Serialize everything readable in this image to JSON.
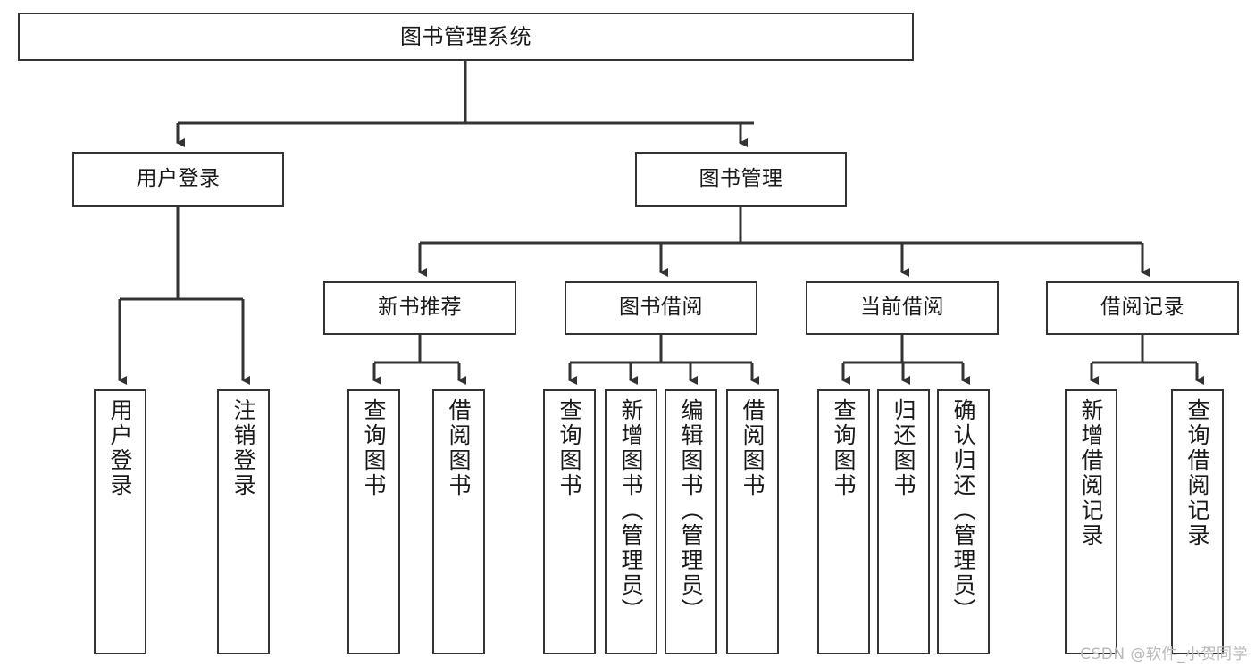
{
  "diagram": {
    "type": "tree",
    "title": "图书管理系统",
    "orientation": "top-down",
    "colors": {
      "box_border": "#333333",
      "box_fill": "#ffffff",
      "connector": "#333333",
      "text": "#1a1a1a",
      "watermark": "#b9b9b9",
      "background": "#ffffff"
    },
    "root": {
      "label": "图书管理系统"
    },
    "level2": [
      {
        "label": "用户登录"
      },
      {
        "label": "图书管理"
      }
    ],
    "level3": [
      {
        "label": "新书推荐"
      },
      {
        "label": "图书借阅"
      },
      {
        "label": "当前借阅"
      },
      {
        "label": "借阅记录"
      }
    ],
    "leaves": {
      "user_login": [
        {
          "label": "用户登录"
        },
        {
          "label": "注销登录"
        }
      ],
      "new_book_recommend": [
        {
          "label": "查询图书"
        },
        {
          "label": "借阅图书"
        }
      ],
      "book_borrow": [
        {
          "label": "查询图书"
        },
        {
          "label": "新增图书（管理员）"
        },
        {
          "label": "编辑图书（管理员）"
        },
        {
          "label": "借阅图书"
        }
      ],
      "current_borrow": [
        {
          "label": "查询图书"
        },
        {
          "label": "归还图书"
        },
        {
          "label": "确认归还（管理员）"
        }
      ],
      "borrow_record": [
        {
          "label": "新增借阅记录"
        },
        {
          "label": "查询借阅记录"
        }
      ]
    },
    "watermark": "CSDN @软件_小贺同学"
  }
}
